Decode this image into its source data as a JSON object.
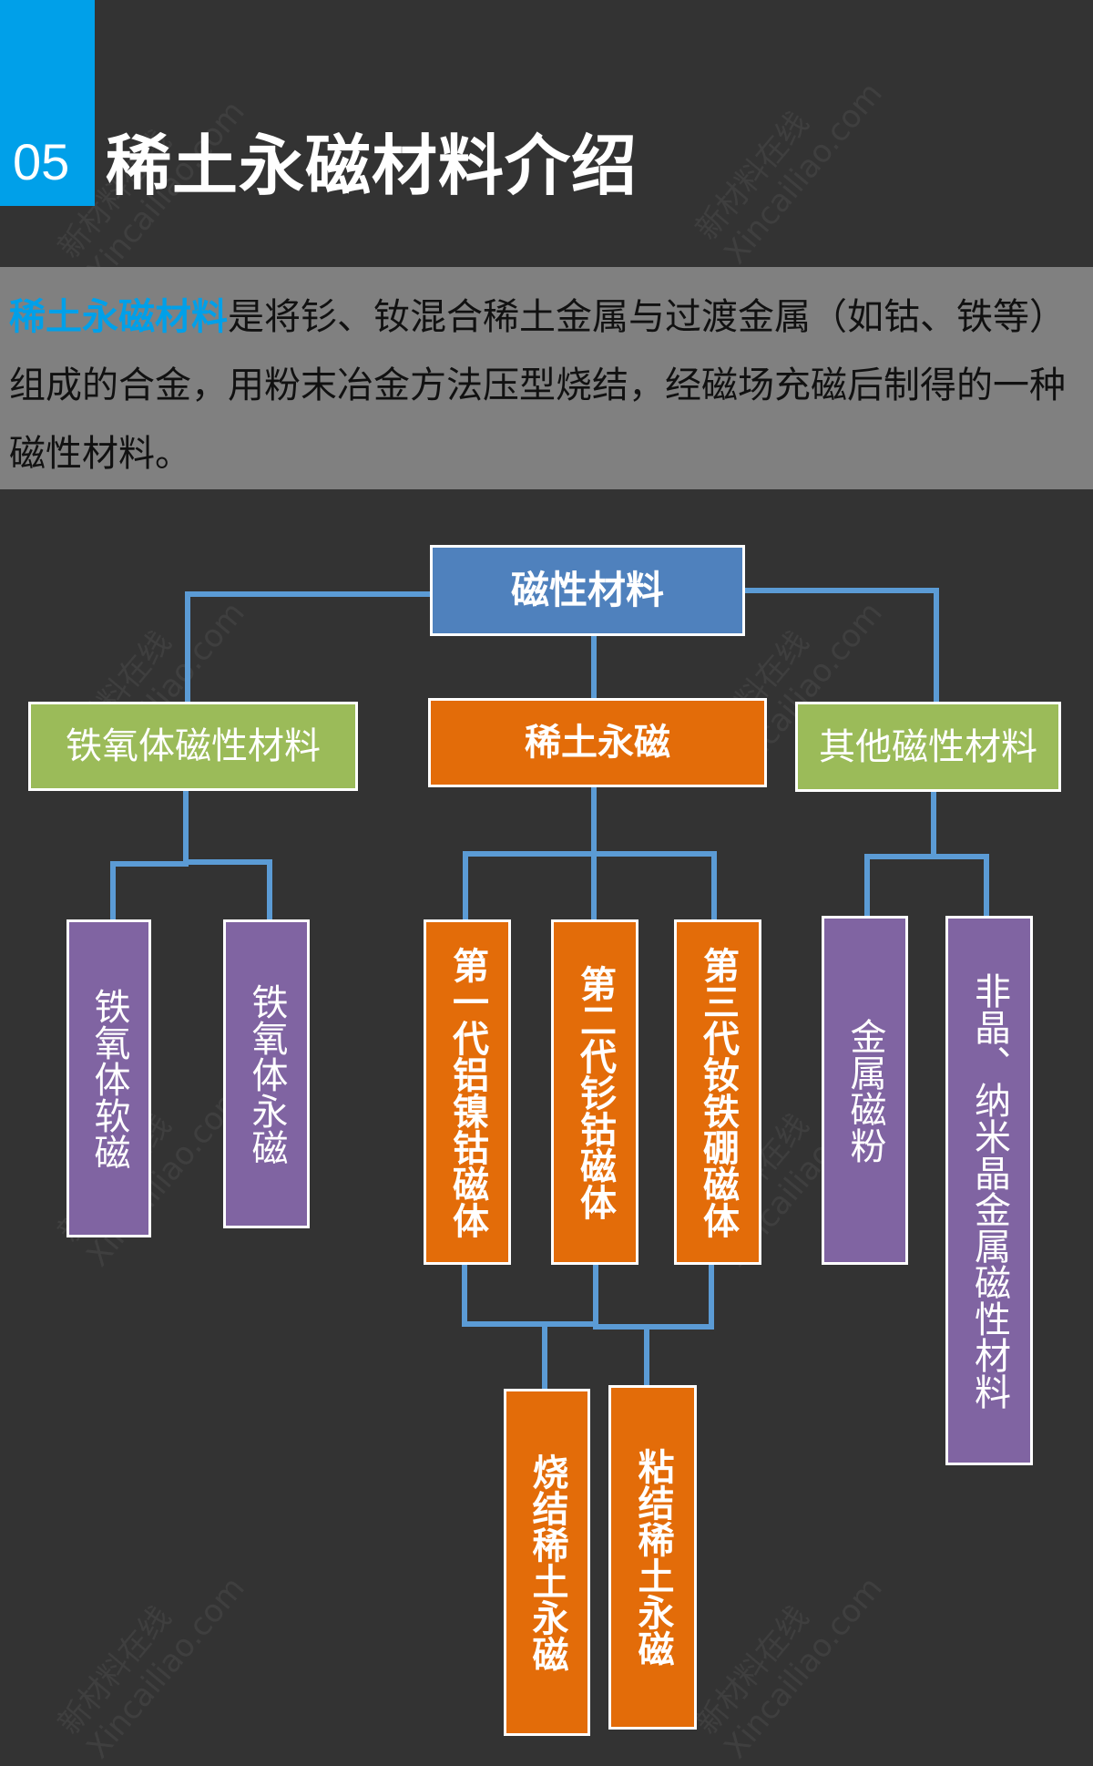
{
  "header": {
    "section_number": "05",
    "title": "稀土永磁材料介绍",
    "accent_color": "#00a0e9"
  },
  "description": {
    "highlight": "稀土永磁材料",
    "text": "是将钐、钕混合稀土金属与过渡金属（如钴、铁等）组成的合金，用粉末冶金方法压型烧结，经磁场充磁后制得的一种磁性材料。",
    "highlight_color": "#00a0e9"
  },
  "diagram": {
    "connector_color": "#5b9bd5",
    "root": {
      "label": "磁性材料",
      "color": "#4f81bd"
    },
    "level2": [
      {
        "label": "铁氧体磁性材料",
        "color": "#9bbb59"
      },
      {
        "label": "稀土永磁",
        "color": "#e36c09"
      },
      {
        "label": "其他磁性材料",
        "color": "#9bbb59"
      }
    ],
    "ferrite_children": [
      {
        "label": "铁氧体软磁"
      },
      {
        "label": "铁氧体永磁"
      }
    ],
    "rare_earth_children": [
      {
        "label": "第一代铝镍钴磁体"
      },
      {
        "label": "第二代钐钴磁体"
      },
      {
        "label": "第三代钕铁硼磁体"
      }
    ],
    "other_children": [
      {
        "label": "金属磁粉"
      },
      {
        "label": "非晶、纳米晶金属磁性材料"
      }
    ],
    "process_children": [
      {
        "label": "烧结稀土永磁"
      },
      {
        "label": "粘结稀土永磁"
      }
    ]
  },
  "watermark": {
    "line1": "新材料在线",
    "line2": "Xincailiao.com"
  }
}
